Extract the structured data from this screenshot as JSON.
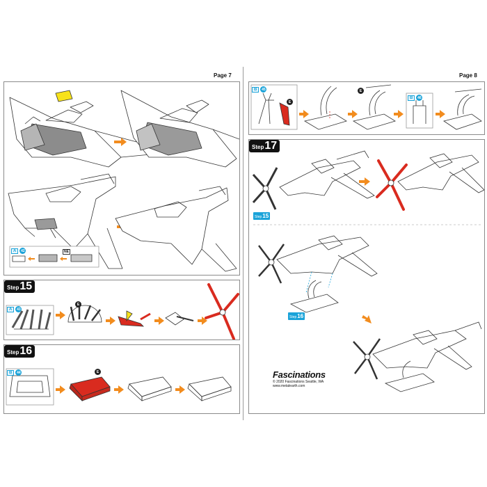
{
  "pages": {
    "left": {
      "label": "Page 7"
    },
    "right": {
      "label": "Page 8"
    }
  },
  "steps": {
    "s15": {
      "word": "Step",
      "num": "15"
    },
    "s16": {
      "word": "Step",
      "num": "16"
    },
    "s17": {
      "word": "Step",
      "num": "17"
    }
  },
  "refs": {
    "p7_a": {
      "letter": "A",
      "code": "42"
    },
    "p7_ne": "NE",
    "s15_a": {
      "letter": "A",
      "code": "43",
      "part": "E"
    },
    "s16_b": {
      "letter": "B",
      "code": "44",
      "part": "E"
    },
    "p8_b1": {
      "letter": "B",
      "code": "45",
      "part": "E"
    },
    "p8_e": "E",
    "p8_b2": {
      "letter": "B",
      "code": "46"
    }
  },
  "step_tags": {
    "t15": {
      "word": "Step",
      "num": "15"
    },
    "t16": {
      "word": "Step",
      "num": "16"
    }
  },
  "brand": {
    "logo": "Fascinations",
    "copyright": "© 2020 Fascinations Seattle, WA",
    "url": "www.metalearth.com"
  },
  "colors": {
    "accent_orange": "#f28c1e",
    "part_red": "#d92b1f",
    "part_yellow": "#f7e21a",
    "ref_blue": "#1aa3d9",
    "outline": "#333333"
  }
}
